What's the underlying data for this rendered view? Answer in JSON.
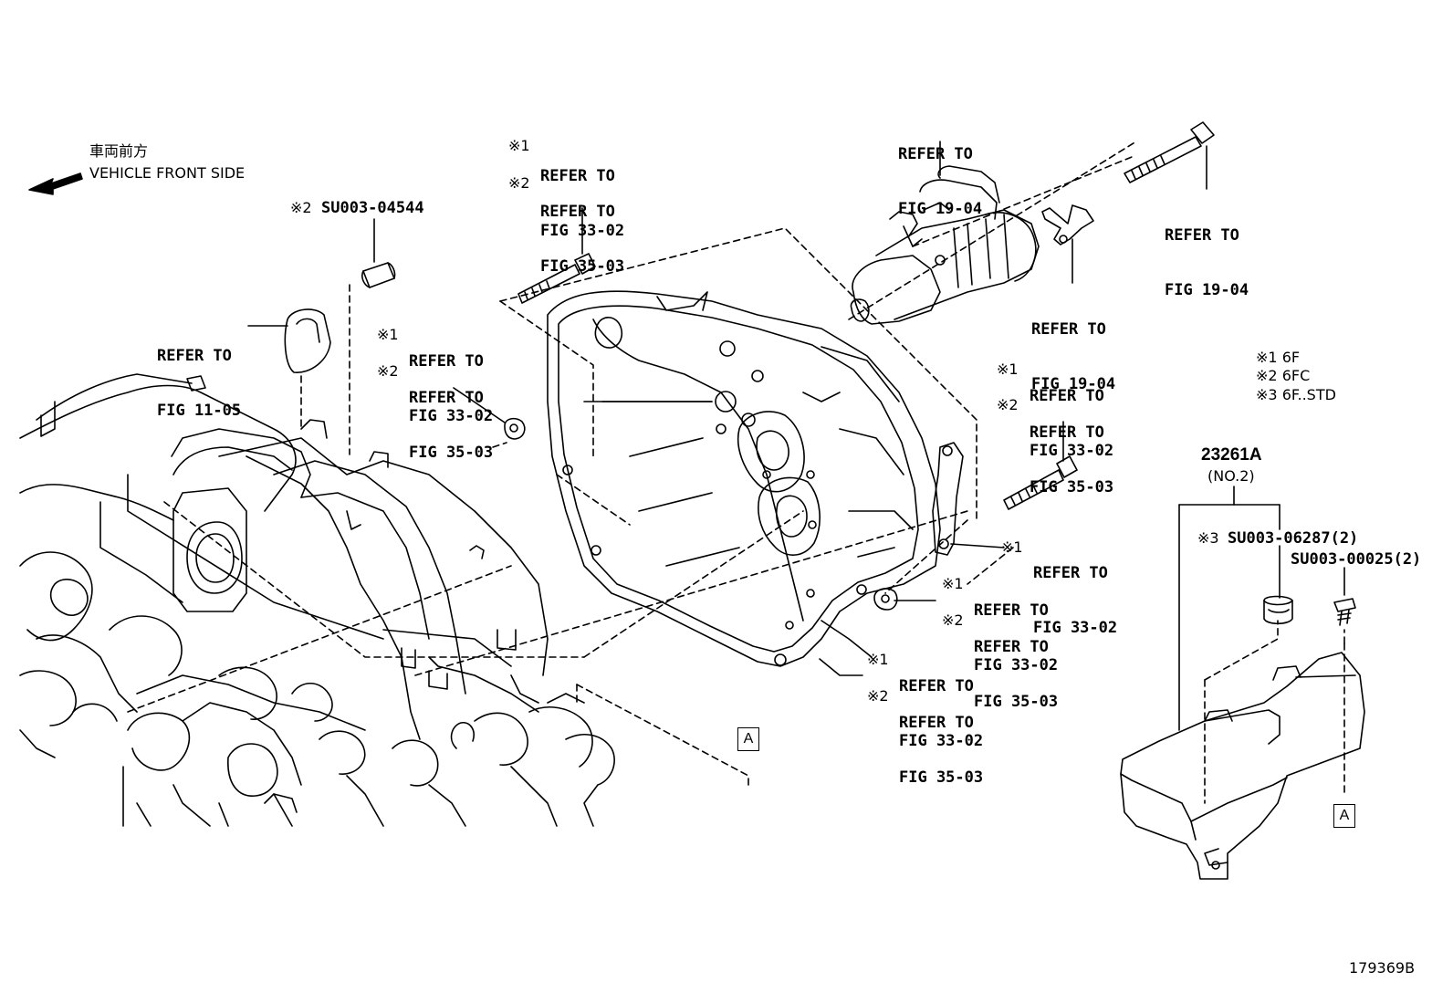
{
  "direction": {
    "jp": "車両前方",
    "en": "VEHICLE FRONT SIDE"
  },
  "legend": [
    {
      "mark": "※1",
      "text": "6F"
    },
    {
      "mark": "※2",
      "text": "6FC"
    },
    {
      "mark": "※3",
      "text": "6F..STD"
    }
  ],
  "labels": {
    "refer": "REFER TO",
    "fig_33_02": "FIG 33-02",
    "fig_35_03": "FIG 35-03",
    "fig_19_04": "FIG 19-04",
    "fig_11_05": "FIG 11-05",
    "m1": "※1",
    "m2": "※2",
    "m3": "※3"
  },
  "parts": {
    "su003_04544": "SU003-04544",
    "p23261a": "23261A",
    "no2": "(NO.2)",
    "su003_06287": "SU003-06287(2)",
    "su003_00025": "SU003-00025(2)"
  },
  "ref_box": "A",
  "figure_id": "179369B"
}
